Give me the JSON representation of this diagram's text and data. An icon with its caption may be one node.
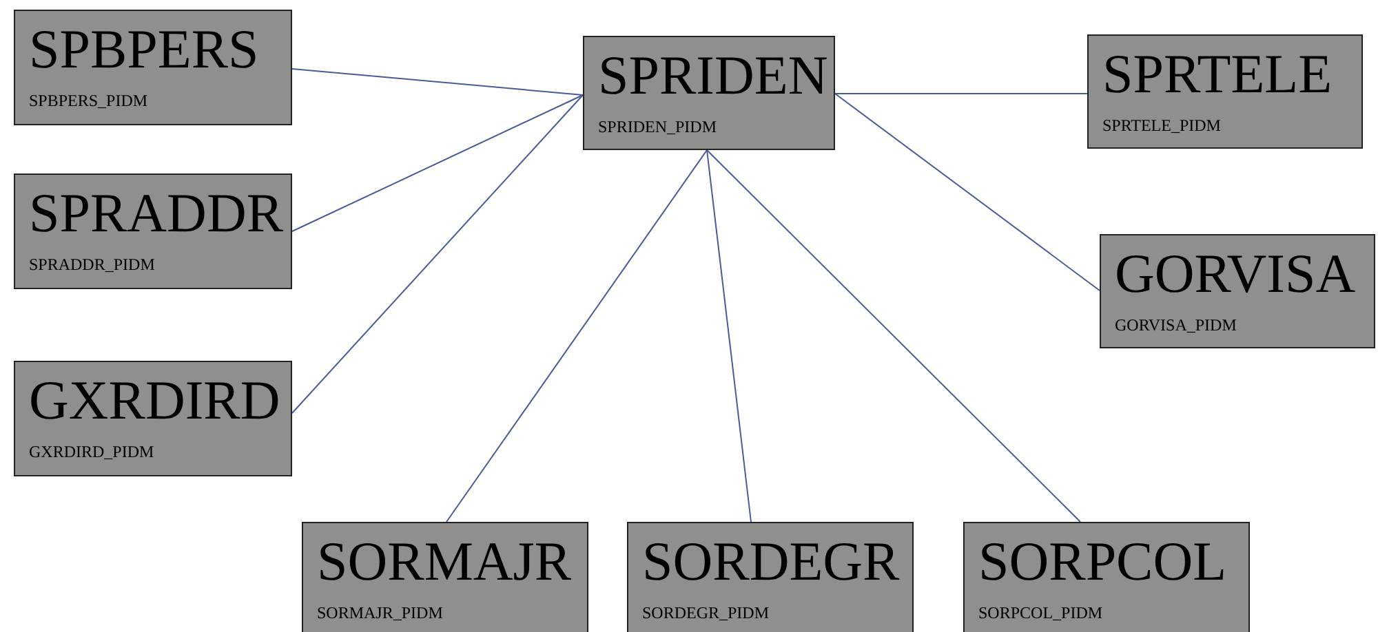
{
  "diagram": {
    "nodes": [
      {
        "text": [
          "SPBPERS",
          "SPBPERS_PIDM"
        ]
      },
      {
        "text": [
          "SPRIDEN",
          "SPRIDEN_PIDM"
        ]
      },
      {
        "text": [
          "SPRTELE",
          "SPRTELE_PIDM"
        ]
      },
      {
        "text": [
          "SPRADDR",
          "SPRADDR_PIDM"
        ]
      },
      {
        "text": [
          "GORVISA",
          "GORVISA_PIDM"
        ]
      },
      {
        "text": [
          "GXRDIRD",
          "GXRDIRD_PIDM"
        ]
      },
      {
        "text": [
          "SORMAJR",
          "SORMAJR_PIDM"
        ]
      },
      {
        "text": [
          "SORDEGR",
          "SORDEGR_PIDM"
        ]
      },
      {
        "text": [
          "SORPCOL",
          "SORPCOL_PIDM"
        ]
      }
    ],
    "edges": [
      {
        "from": 1,
        "to": 0,
        "arrow": "none"
      },
      {
        "from": 1,
        "to": 3,
        "arrow": "none"
      },
      {
        "from": 1,
        "to": 5,
        "arrow": "none"
      },
      {
        "from": 1,
        "to": 2,
        "arrow": "none"
      },
      {
        "from": 1,
        "to": 4,
        "arrow": "none"
      },
      {
        "from": 1,
        "to": 6,
        "arrow": "none"
      },
      {
        "from": 1,
        "to": 7,
        "arrow": "none"
      },
      {
        "from": 1,
        "to": 8,
        "arrow": "none"
      }
    ]
  }
}
